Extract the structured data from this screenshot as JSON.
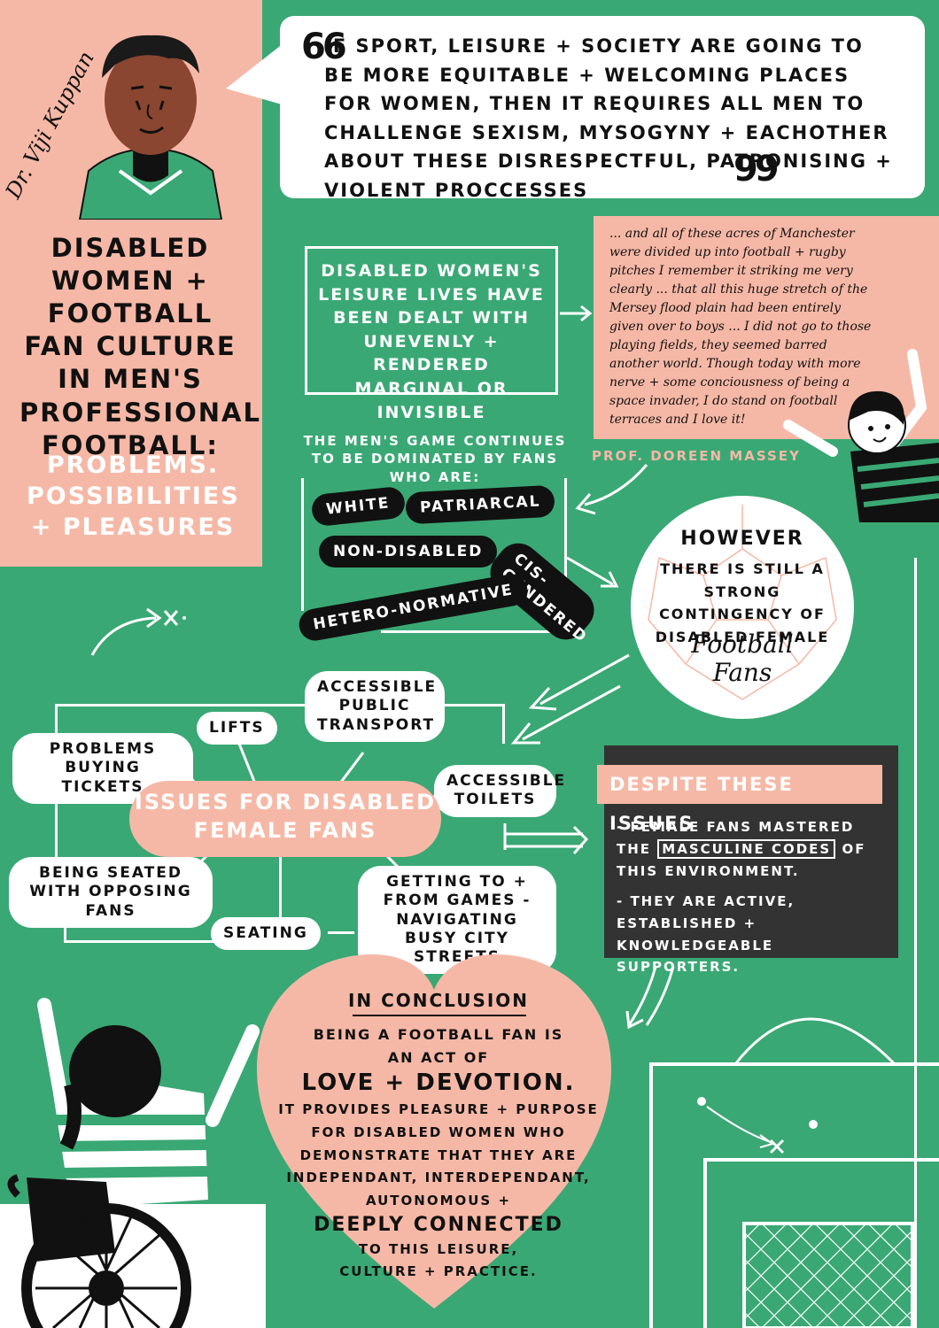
{
  "author": "Dr. Viji Kuppan",
  "title": {
    "main": "DISABLED WOMEN + FOOTBALL FAN CULTURE IN MEN'S PROFESSIONAL FOOTBALL:",
    "sub": "PROBLEMS. POSSIBILITIES + PLEASURES"
  },
  "quote": {
    "open_mark": "66",
    "text": "IF SPORT, LEISURE + SOCIETY ARE GOING TO BE MORE EQUITABLE + WELCOMING PLACES FOR WOMEN, THEN IT REQUIRES ALL MEN TO CHALLENGE SEXISM, MYSOGYNY + EACHOTHER ABOUT THESE DISRESPECTFUL, PATRONISING + VIOLENT PROCCESSES",
    "close_mark": "99"
  },
  "leisure_box": "DISABLED WOMEN'S LEISURE LIVES HAVE BEEN DEALT WITH UNEVENLY + RENDERED MARGINAL OR INVISIBLE",
  "massey": {
    "text": "... and all of these acres of Manchester were divided up into football + rugby pitches I remember it striking me very clearly ... that all this huge stretch of the Mersey flood plain had been entirely given over to boys ... I did not go to those playing fields, they seemed barred another world. Though today with more nerve + some conciousness of being a space invader, I do stand on football terraces and I love it!",
    "attribution": "PROF. DOREEN MASSEY"
  },
  "mens_game": {
    "intro": "THE MEN'S GAME CONTINUES TO BE DOMINATED BY FANS WHO ARE:",
    "tags": [
      "WHITE",
      "PATRIARCAL",
      "NON-DISABLED",
      "CIS-GENDERED",
      "HETERO-NORMATIVE"
    ]
  },
  "ball": {
    "line1": "HOWEVER",
    "line2": "THERE IS STILL A STRONG CONTINGENCY OF DISABLED FEMALE",
    "line3": "Football Fans"
  },
  "issues": {
    "center": "ISSUES FOR DISABLED FEMALE FANS",
    "items": {
      "transport": "ACCESSIBLE PUBLIC TRANSPORT",
      "lifts": "LIFTS",
      "tickets": "PROBLEMS BUYING TICKETS",
      "toilets": "ACCESSIBLE TOILETS",
      "seated": "BEING SEATED WITH OPPOSING FANS",
      "streets": "GETTING TO + FROM GAMES - NAVIGATING BUSY CITY STREETS",
      "seating": "SEATING"
    }
  },
  "despite": {
    "header": "DESPITE THESE ISSUES",
    "point1_a": "- FEMALE FANS MASTERED THE",
    "point1_highlight": "MASCULINE CODES",
    "point1_b": "OF THIS ENVIRONMENT.",
    "point2": "- THEY ARE ACTIVE, ESTABLISHED + KNOWLEDGEABLE SUPPORTERS."
  },
  "conclusion": {
    "heading": "IN CONCLUSION",
    "line1": "BEING A FOOTBALL FAN IS AN ACT OF",
    "emph1": "LOVE + DEVOTION.",
    "line2": "IT PROVIDES PLEASURE + PURPOSE FOR DISABLED WOMEN WHO DEMONSTRATE THAT THEY ARE INDEPENDANT, INTERDEPENDANT, AUTONOMOUS +",
    "emph2": "DEEPLY CONNECTED",
    "line3": "TO THIS LEISURE, CULTURE + PRACTICE."
  },
  "colors": {
    "green": "#3aa874",
    "pink": "#f6b8a6",
    "dark": "#333333",
    "black": "#111111",
    "white": "#ffffff"
  }
}
